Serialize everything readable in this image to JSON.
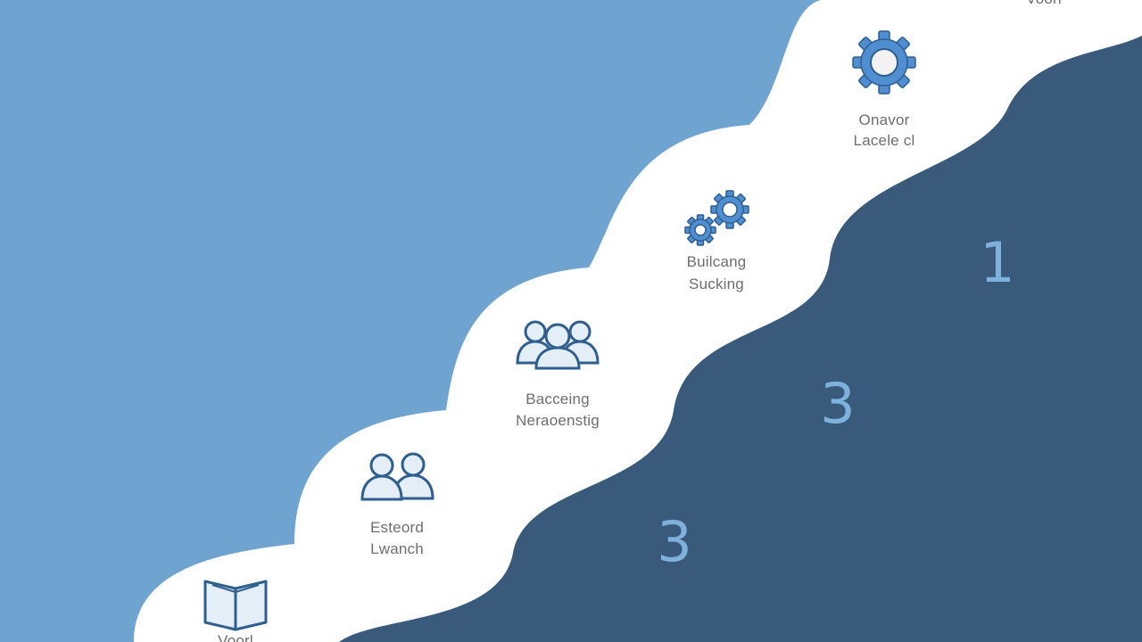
{
  "colors": {
    "background_light": "#6fa3d0",
    "background_dark": "#3a5a7c",
    "path_white": "#ffffff",
    "icon_outline": "#2f5f8e",
    "icon_fill": "#e4eef7",
    "icon_accent": "#4f8ed0",
    "label_text": "#6e6e6e",
    "number_text": "#7eb2dc"
  },
  "steps": [
    {
      "icon": "open-book-icon",
      "line1": "Voorl",
      "line2": ""
    },
    {
      "icon": "two-people-icon",
      "line1": "Esteord",
      "line2": "Lwanch"
    },
    {
      "icon": "group-people-icon",
      "line1": "Bacceing",
      "line2": "Neraoenstig"
    },
    {
      "icon": "two-gears-icon",
      "line1": "Builcang",
      "line2": "Sucking"
    },
    {
      "icon": "gear-icon",
      "line1": "Onavor",
      "line2": "Lacele cl"
    },
    {
      "icon": "",
      "line1": "Voorl",
      "line2": ""
    }
  ],
  "numbers": [
    "3",
    "3",
    "1"
  ]
}
